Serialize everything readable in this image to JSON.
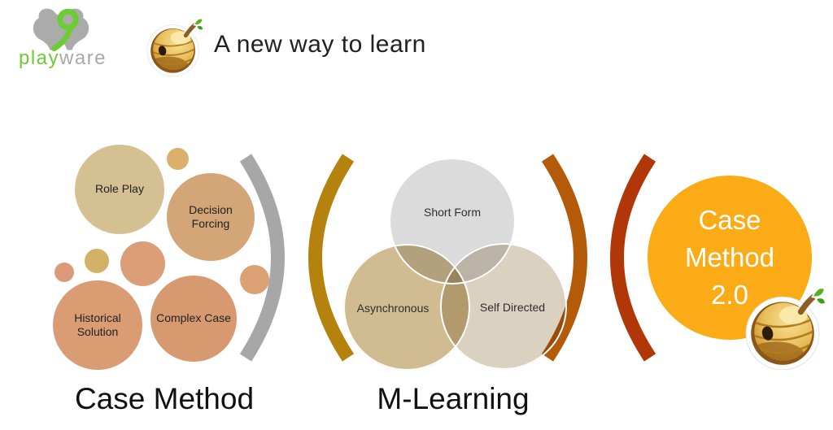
{
  "header": {
    "brand": {
      "green_part": "play",
      "gray_part": "ware"
    },
    "title": "A new way to learn"
  },
  "icons": {
    "logo": "playware-logo",
    "bell": "bell-fruit-icon"
  },
  "colors": {
    "brand_green": "#6CCC33",
    "brand_gray": "#A9A9A9",
    "arc_gray": "#A7A7A7",
    "arc_gold": "#B5830D",
    "arc_orange": "#B35B09",
    "arc_red": "#B23708",
    "big_circle": "#FAAB16",
    "big_circle_text": "#FFFFFF"
  },
  "case_method": {
    "label": "Case Method",
    "bubbles": [
      {
        "label": "Role Play",
        "color": "#D5C091"
      },
      {
        "label": "Decision Forcing",
        "color": "#D3A577"
      },
      {
        "label": "Historical Solution",
        "color": "#D99C73"
      },
      {
        "label": "Complex Case",
        "color": "#D7996F"
      }
    ],
    "decorative_dot_colors": [
      "#DCAF6C",
      "#D2B267",
      "#DB9E76",
      "#DB9A78",
      "#DBA074"
    ]
  },
  "m_learning": {
    "label": "M-Learning",
    "circles": [
      {
        "label": "Short Form",
        "color": "#DBDBDB"
      },
      {
        "label": "Asynchronous",
        "color": "#D0BC90"
      },
      {
        "label": "Self Directed",
        "color": "#DAD1C0"
      }
    ]
  },
  "case_method_20": {
    "label": "Case Method 2.0"
  }
}
